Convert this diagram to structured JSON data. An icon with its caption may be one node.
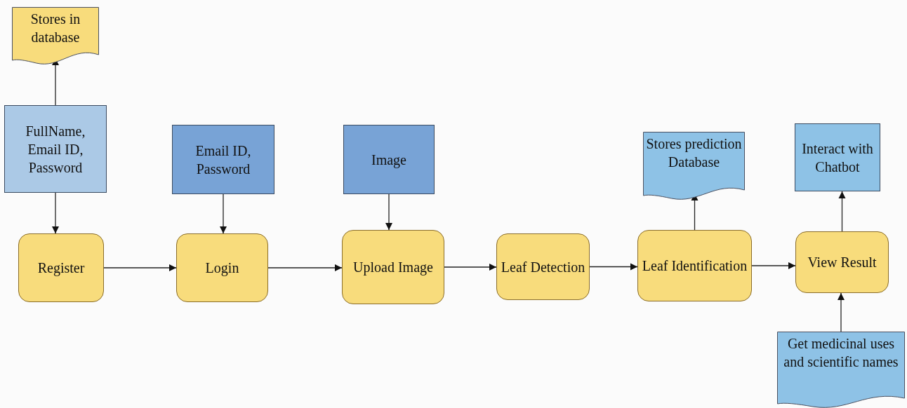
{
  "diagram": {
    "nodes": [
      {
        "text": [
          "Stores in database"
        ]
      },
      {
        "text": [
          "FullName, Email ID, Password"
        ]
      },
      {
        "text": [
          "Email ID, Password"
        ]
      },
      {
        "text": [
          "Image"
        ]
      },
      {
        "text": [
          "Stores prediction Database"
        ]
      },
      {
        "text": [
          "Interact with Chatbot"
        ]
      },
      {
        "text": [
          "Register"
        ]
      },
      {
        "text": [
          "Login"
        ]
      },
      {
        "text": [
          "Upload Image"
        ]
      },
      {
        "text": [
          "Leaf Detection"
        ]
      },
      {
        "text": [
          "Leaf Identification"
        ]
      },
      {
        "text": [
          "View Result"
        ]
      },
      {
        "text": [
          "Get medicinal uses and scientific names"
        ]
      }
    ],
    "edges": [
      {
        "from": 1,
        "to": 0,
        "arrow": "to"
      },
      {
        "from": 1,
        "to": 6,
        "arrow": "to"
      },
      {
        "from": 2,
        "to": 7,
        "arrow": "to"
      },
      {
        "from": 3,
        "to": 8,
        "arrow": "to"
      },
      {
        "from": 6,
        "to": 7,
        "arrow": "to"
      },
      {
        "from": 7,
        "to": 8,
        "arrow": "to"
      },
      {
        "from": 8,
        "to": 9,
        "arrow": "to"
      },
      {
        "from": 9,
        "to": 10,
        "arrow": "to"
      },
      {
        "from": 10,
        "to": 4,
        "arrow": "to"
      },
      {
        "from": 10,
        "to": 11,
        "arrow": "to"
      },
      {
        "from": 11,
        "to": 5,
        "arrow": "to"
      },
      {
        "from": 12,
        "to": 11,
        "arrow": "to"
      }
    ]
  }
}
